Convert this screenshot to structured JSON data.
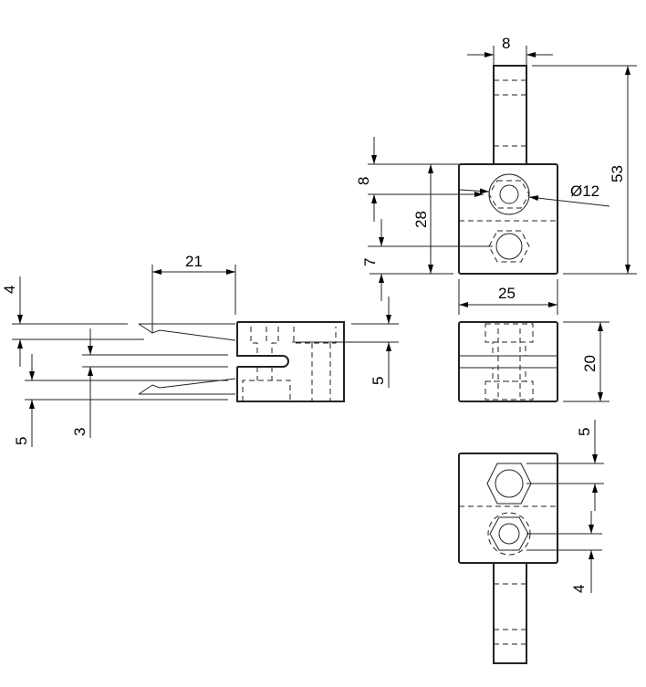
{
  "title": "Block clamp technical drawing",
  "dimensions": {
    "shaft_width": "8",
    "overall_height": "53",
    "block_height": "28",
    "hole_offset_top": "8",
    "hole_offset_bottom": "7",
    "hole_diameter": "Ø12",
    "block_width": "25",
    "block_depth": "20",
    "side_length": "21",
    "side_top": "4",
    "side_gap": "3",
    "side_bottom": "5",
    "side_right": "5",
    "bottom_top": "5",
    "bottom_bottom": "4"
  }
}
